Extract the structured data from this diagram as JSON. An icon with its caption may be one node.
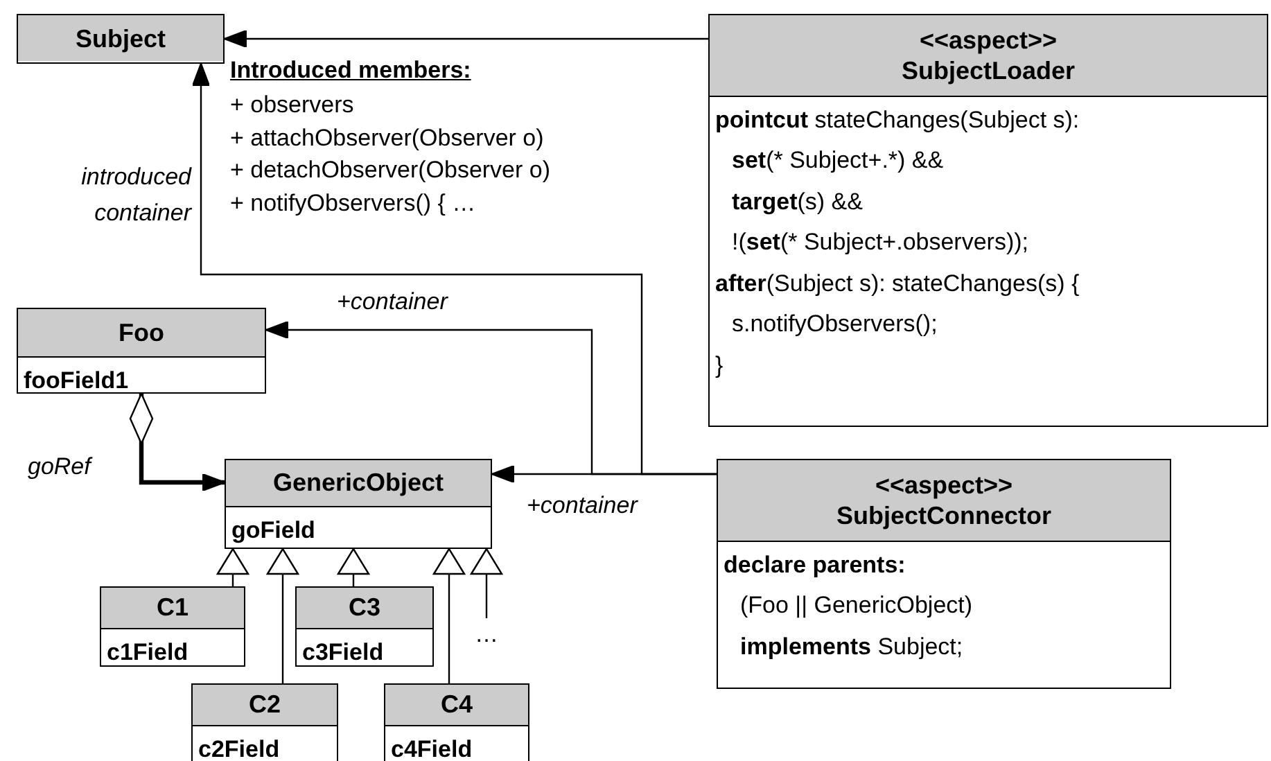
{
  "diagram": {
    "nodes": [
      {
        "text": [
          "Subject"
        ]
      },
      {
        "text": [
          "<<aspect>>",
          "SubjectLoader",
          "**pointcut** stateChanges(Subject s):",
          "**set**(* Subject+.*) &&",
          "**target**(s) &&",
          "!(**set**(* Subject+.observers));",
          "**after**(Subject s): stateChanges(s) {",
          "s.notifyObservers();",
          "}"
        ]
      },
      {
        "text": [
          "Foo",
          "fooField1"
        ]
      },
      {
        "text": [
          "GenericObject",
          "goField"
        ]
      },
      {
        "text": [
          "<<aspect>>",
          "SubjectConnector",
          "declare parents:",
          "(Foo || GenericObject)",
          "**implements** Subject;"
        ]
      },
      {
        "text": [
          "C1",
          "c1Field"
        ]
      },
      {
        "text": [
          "C3",
          "c3Field"
        ]
      },
      {
        "text": [
          "…"
        ]
      },
      {
        "text": [
          "C2",
          "c2Field"
        ]
      },
      {
        "text": [
          "C4",
          "c4Field"
        ]
      }
    ],
    "edges": [
      {
        "from": 1,
        "to": 0,
        "arrow": "to"
      },
      {
        "from": 4,
        "to": 0,
        "arrow": "to",
        "label": "introduced container"
      },
      {
        "from": 4,
        "to": 2,
        "arrow": "to",
        "label": "+container"
      },
      {
        "from": 4,
        "to": 3,
        "arrow": "to",
        "label": "+container"
      },
      {
        "from": 2,
        "to": 3,
        "arrow": "to",
        "label": "goRef",
        "style": "thick"
      },
      {
        "from": 5,
        "to": 3,
        "arrow": "to"
      },
      {
        "from": 8,
        "to": 3,
        "arrow": "to"
      },
      {
        "from": 6,
        "to": 3,
        "arrow": "to"
      },
      {
        "from": 9,
        "to": 3,
        "arrow": "to"
      },
      {
        "from": 7,
        "to": 3,
        "arrow": "to"
      }
    ],
    "labels": [
      "Introduced members:",
      "+ observers",
      "+ attachObserver(Observer o)",
      "+ detachObserver(Observer o)",
      "+ notifyObservers() { …"
    ]
  }
}
